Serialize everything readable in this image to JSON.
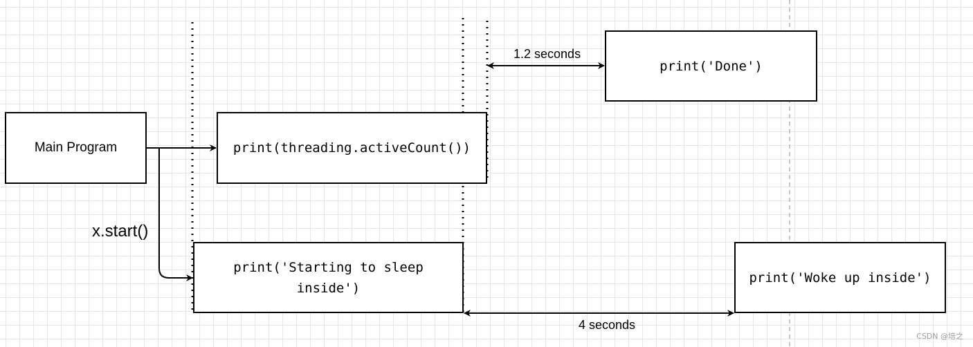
{
  "nodes": {
    "main_program": "Main Program",
    "active_count": "print(threading.activeCount())",
    "done": "print('Done')",
    "starting_line1": "print('Starting to sleep",
    "starting_line2": "inside')",
    "woke_up": "print('Woke up inside')"
  },
  "labels": {
    "x_start": "x.start()",
    "one_point_two_seconds": "1.2 seconds",
    "four_seconds": "4 seconds"
  },
  "watermark": "CSDN @培之",
  "colors": {
    "stroke": "#000000",
    "grid": "#e6e6e6",
    "dashed_guide": "#b3b3b3",
    "watermark": "#9a9a9a"
  }
}
